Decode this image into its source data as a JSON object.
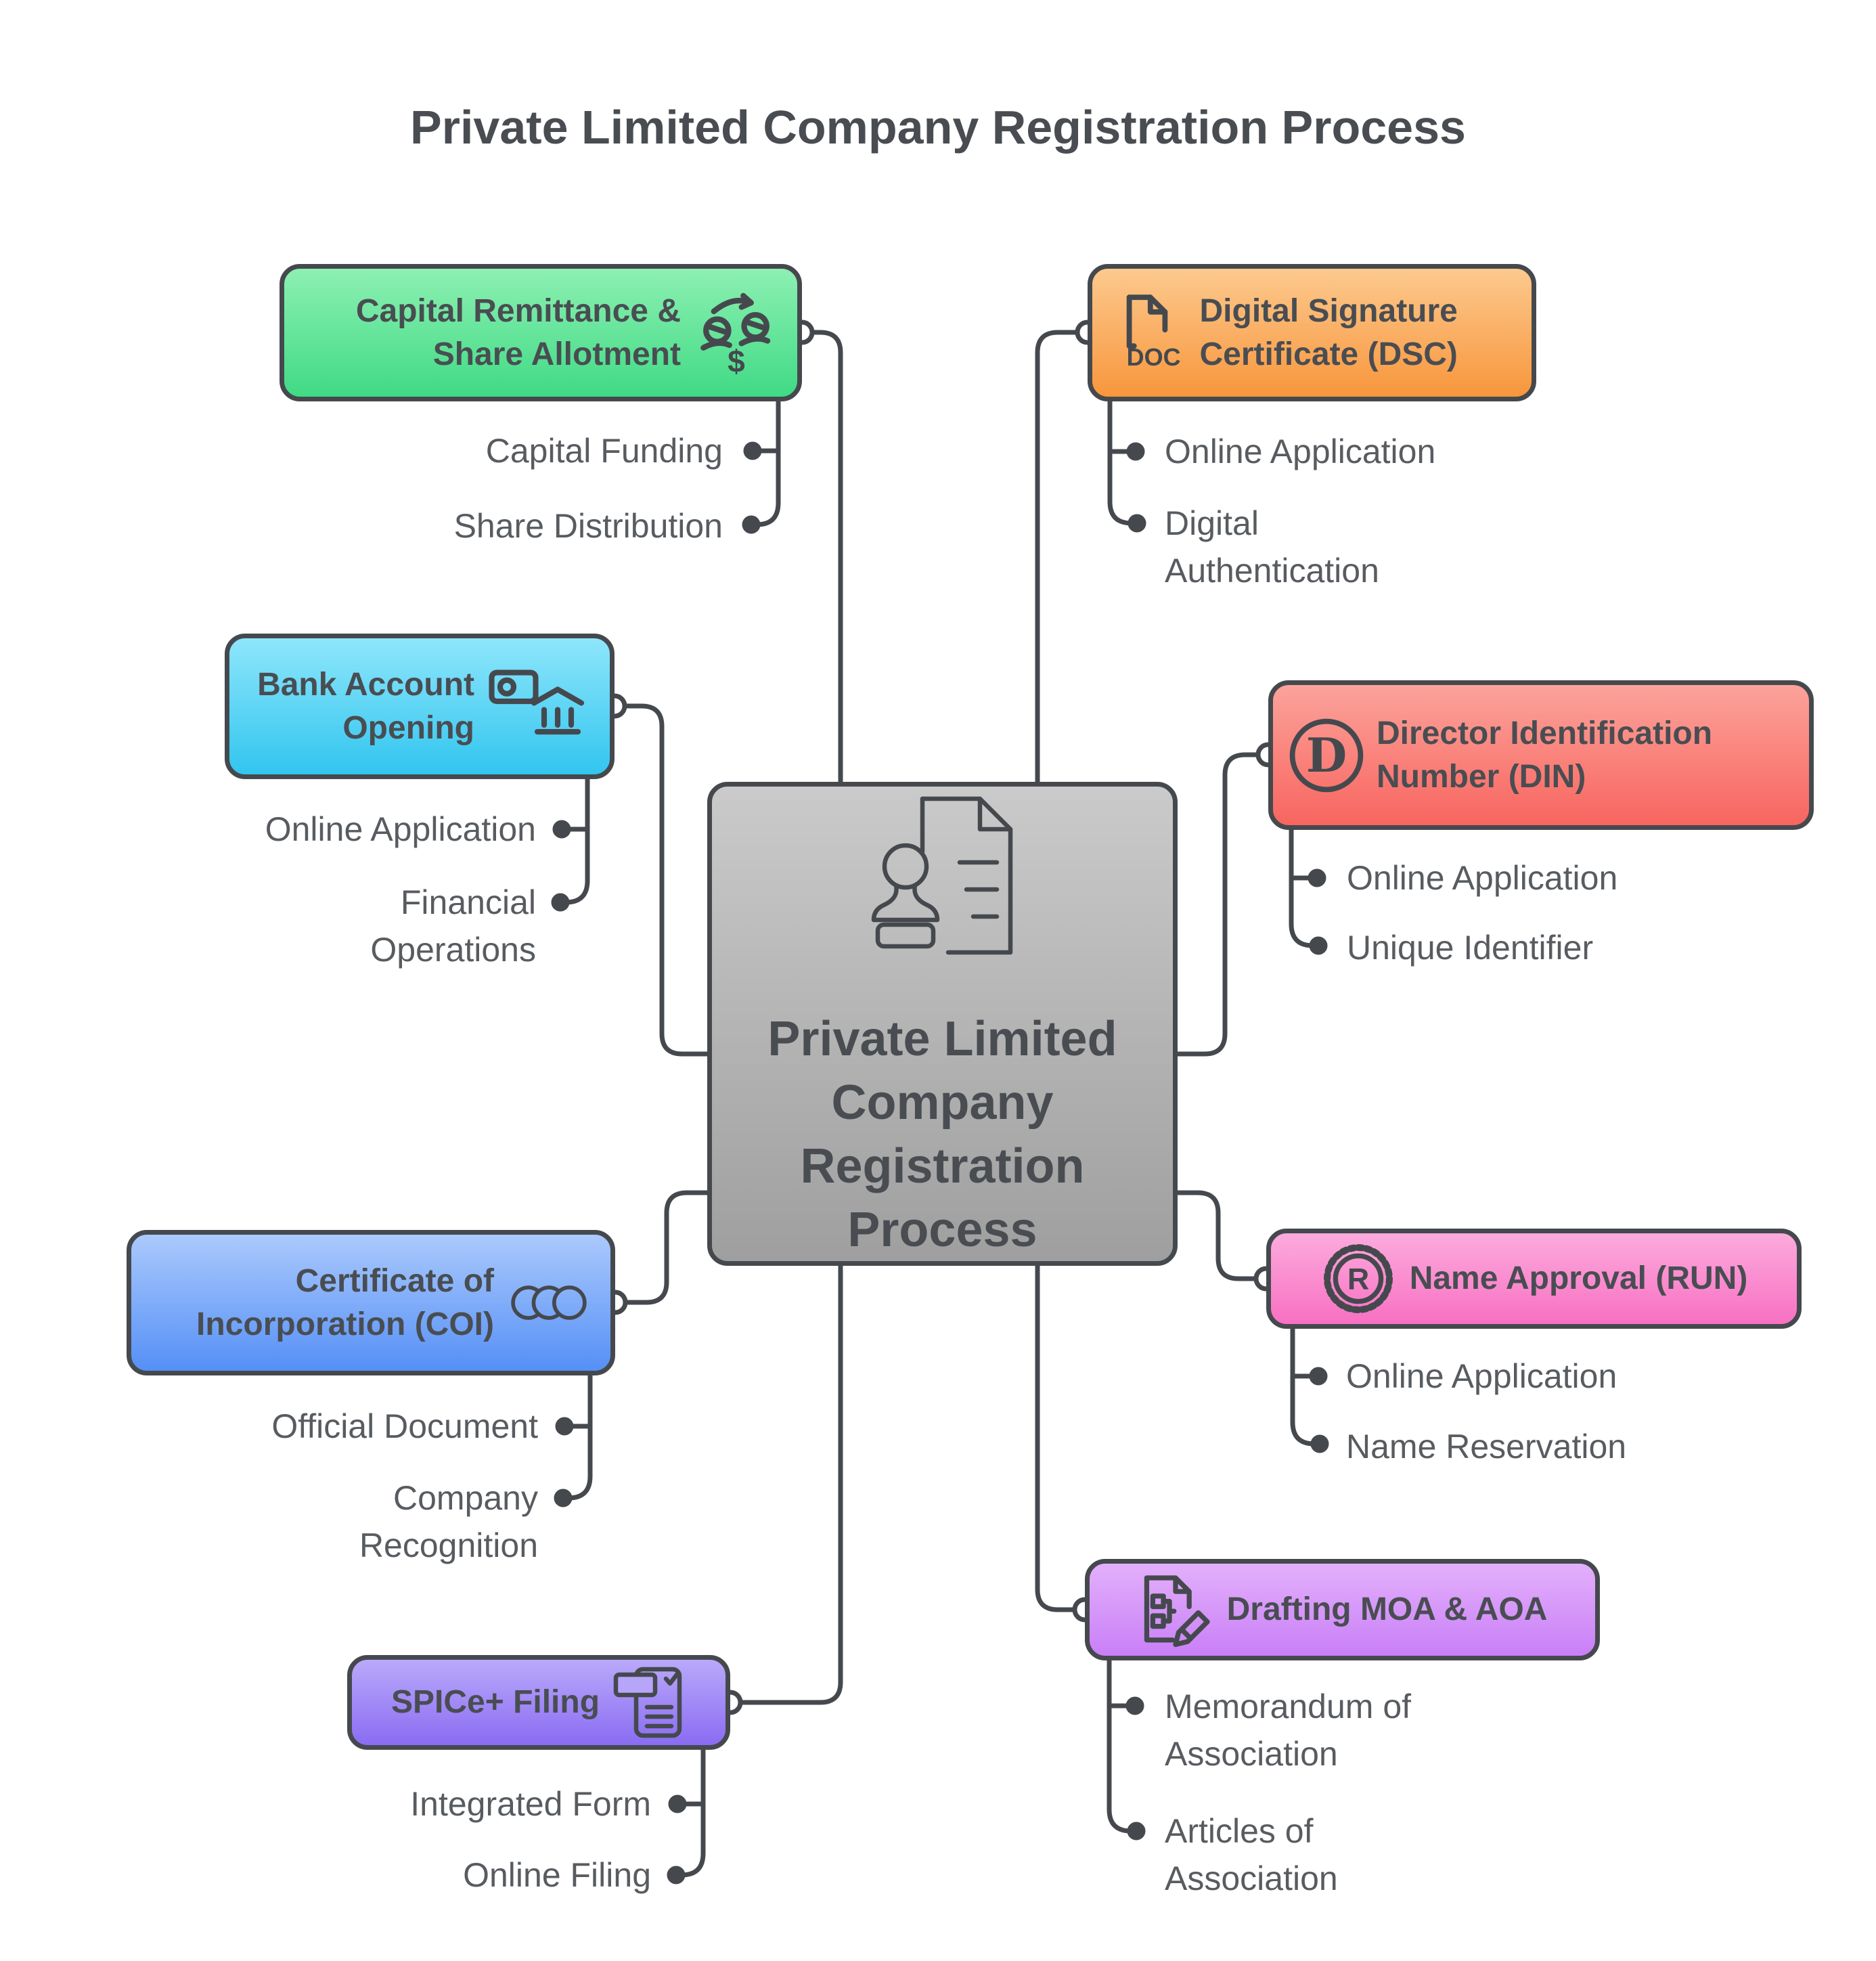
{
  "title": "Private Limited Company Registration Process",
  "colors": {
    "background": "#ffffff",
    "line": "#45494e",
    "node_border": "#45494e",
    "node_title_text": "#494d52",
    "child_text": "#585c60"
  },
  "center": {
    "label": "Private Limited Company Registration Process",
    "icon": "stamp-document-icon",
    "gradient_top": "#cacaca",
    "gradient_bottom": "#9f9f9f"
  },
  "nodes": {
    "capital": {
      "title": "Capital Remittance & Share Allotment",
      "icon": "currency-exchange-people-icon",
      "gradient_top": "#8df0b2",
      "gradient_bottom": "#40da85",
      "children": [
        "Capital Funding",
        "Share Distribution"
      ]
    },
    "dsc": {
      "title": "Digital Signature Certificate (DSC)",
      "icon": "doc-file-icon",
      "gradient_top": "#fcc98e",
      "gradient_bottom": "#f8963c",
      "children": [
        "Online Application",
        "Digital Authentication"
      ]
    },
    "bank": {
      "title": "Bank Account Opening",
      "icon": "bank-money-icon",
      "gradient_top": "#8ee6fb",
      "gradient_bottom": "#32c5ef",
      "children": [
        "Online Application",
        "Financial Operations"
      ]
    },
    "din": {
      "title": "Director Identification Number (DIN)",
      "icon": "circled-d-icon",
      "gradient_top": "#fba39b",
      "gradient_bottom": "#f8655f",
      "children": [
        "Online Application",
        "Unique Identifier"
      ]
    },
    "coi": {
      "title": "Certificate of Incorporation (COI)",
      "icon": "stacked-coins-icon",
      "gradient_top": "#abc9fc",
      "gradient_bottom": "#5590f6",
      "children": [
        "Official Document",
        "Company Recognition"
      ]
    },
    "run": {
      "title": "Name Approval (RUN)",
      "icon": "registered-seal-icon",
      "gradient_top": "#fcabdd",
      "gradient_bottom": "#f870c2",
      "children": [
        "Online Application",
        "Name Reservation"
      ]
    },
    "spice": {
      "title": "SPICe+ Filing",
      "icon": "integrated-form-icon",
      "gradient_top": "#b9a9fa",
      "gradient_bottom": "#8a6cf2",
      "children": [
        "Integrated Form",
        "Online Filing"
      ]
    },
    "moa": {
      "title": "Drafting MOA & AOA",
      "icon": "document-pencil-icon",
      "gradient_top": "#e3b0fb",
      "gradient_bottom": "#c97ff7",
      "children": [
        "Memorandum of Association",
        "Articles of Association"
      ]
    }
  }
}
